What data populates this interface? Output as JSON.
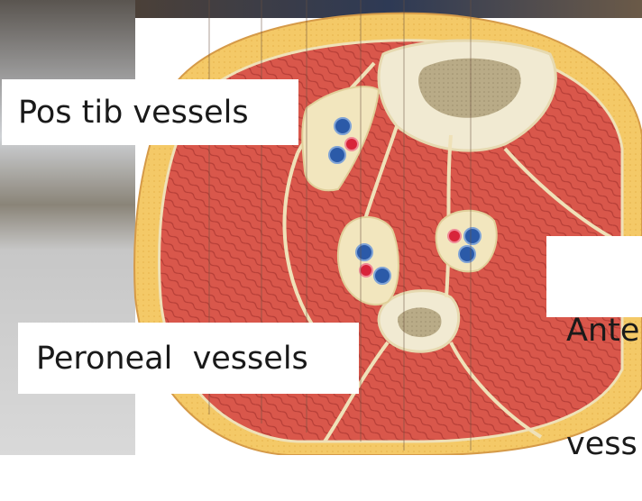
{
  "labels": {
    "pos_tib": "Pos tib vessels",
    "peroneal": "Peroneal  vessels",
    "anterior_line1": "Ante",
    "anterior_line2": "vess"
  },
  "colors": {
    "muscle": "#d8554a",
    "muscle_dark": "#b63a33",
    "fat": "#f2c45f",
    "skin": "#e8b26a",
    "bone_cortex": "#f1ead2",
    "bone_marrow": "#b7aa86",
    "artery": "#d8243a",
    "vein": "#2b5aa8",
    "fascia": "#eee0b8",
    "background_photo": "#3a3a3a"
  }
}
